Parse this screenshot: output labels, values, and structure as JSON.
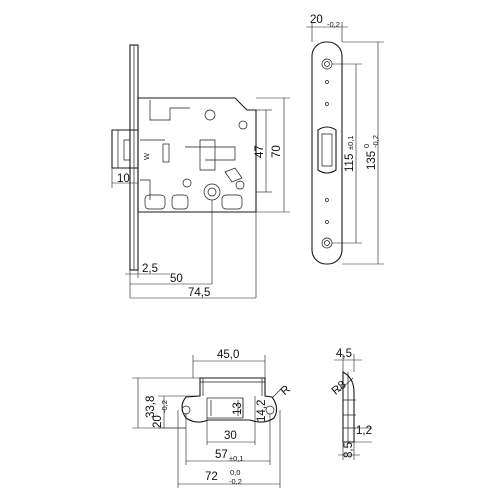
{
  "lock_body_view": {
    "dim_47": "47",
    "dim_70": "70",
    "dim_10": "10",
    "dim_2_5": "2,5",
    "dim_50": "50",
    "dim_74_5": "74,5"
  },
  "faceplate_view": {
    "width_nominal": "20",
    "width_tol": "-0,2",
    "hole_spacing_nominal": "115",
    "hole_spacing_tol": "±0,1",
    "length_nominal": "135",
    "length_tol_upper": "0",
    "length_tol_lower": "-0,2"
  },
  "strike_plate_view": {
    "dim_45": "45,0",
    "dim_33_8": "33,8",
    "height_nominal": "20",
    "height_tol": "-0,2",
    "dim_13": "13",
    "dim_14_2": "14,2",
    "radius_label": "R",
    "dim_30": "30",
    "hole_spacing_nominal": "57",
    "hole_spacing_tol": "±0,1",
    "length_nominal": "72",
    "length_tol_upper": "0,0",
    "length_tol_lower": "-0,2"
  },
  "strike_side_view": {
    "dim_4_5": "4,5",
    "radius_label": "R8",
    "dim_1_2": "1,2",
    "dim_8_5": "8,5"
  }
}
